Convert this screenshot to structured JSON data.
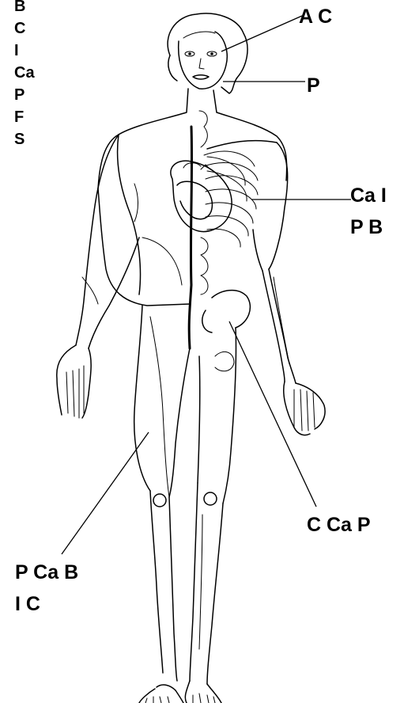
{
  "legend": [
    "B",
    "C",
    "I",
    "Ca",
    "P",
    "F",
    "S"
  ],
  "labels": {
    "head": "A C",
    "neck": "P",
    "heart_line1": "Ca I",
    "heart_line2": "P B",
    "hip_right": "C Ca P",
    "leg_left_line1": "P Ca B",
    "leg_left_line2": "I C"
  }
}
